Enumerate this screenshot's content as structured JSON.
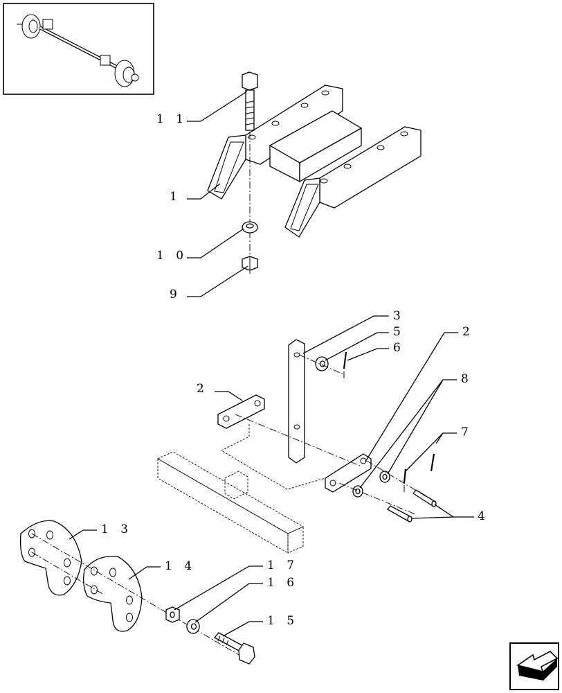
{
  "diagram": {
    "callouts": [
      {
        "id": "c11",
        "text": "1 1"
      },
      {
        "id": "c1",
        "text": "1"
      },
      {
        "id": "c10",
        "text": "1 0"
      },
      {
        "id": "c9",
        "text": "9"
      },
      {
        "id": "c3",
        "text": "3"
      },
      {
        "id": "c5",
        "text": "5"
      },
      {
        "id": "c6",
        "text": "6"
      },
      {
        "id": "c2a",
        "text": "2"
      },
      {
        "id": "c2b",
        "text": "2"
      },
      {
        "id": "c8",
        "text": "8"
      },
      {
        "id": "c7",
        "text": "7"
      },
      {
        "id": "c4",
        "text": "4"
      },
      {
        "id": "c13",
        "text": "1 3"
      },
      {
        "id": "c14",
        "text": "1 4"
      },
      {
        "id": "c17",
        "text": "1 7"
      },
      {
        "id": "c16",
        "text": "1 6"
      },
      {
        "id": "c15",
        "text": "1 5"
      }
    ],
    "icons": {
      "thumbnail": "axle-assembly-thumbnail-icon",
      "nav": "next-page-arrow-icon"
    }
  }
}
